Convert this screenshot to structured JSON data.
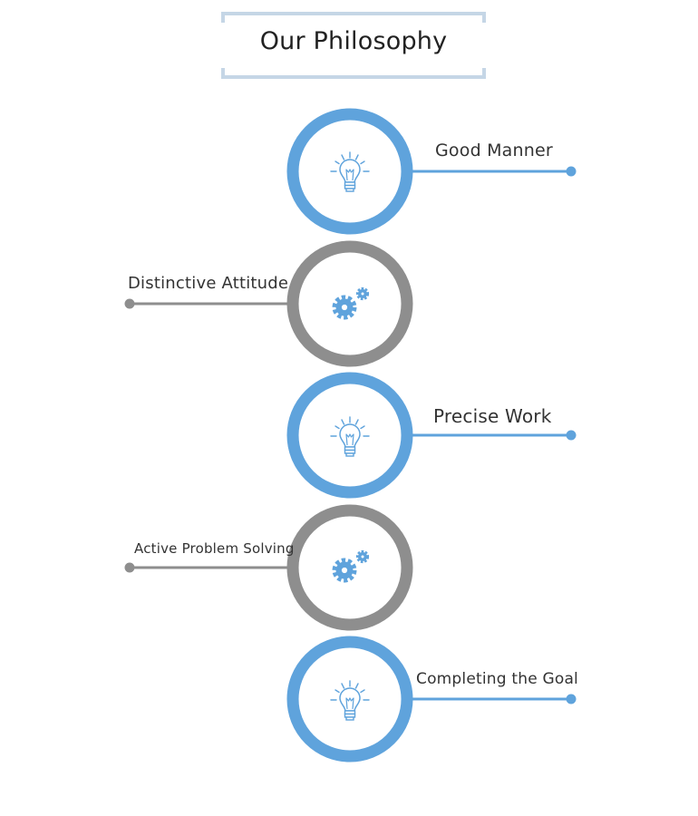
{
  "title": "Our Philosophy",
  "colors": {
    "blue": "#5fa3dc",
    "gray": "#8e8e8e",
    "title_border": "#c5d6e6",
    "icon": "#5fa3dc"
  },
  "steps": [
    {
      "label": "Good Manner",
      "side": "right",
      "ring_color": "blue",
      "icon": "lightbulb-icon"
    },
    {
      "label": "Distinctive Attitude",
      "side": "left",
      "ring_color": "gray",
      "icon": "gears-icon"
    },
    {
      "label": "Precise Work",
      "side": "right",
      "ring_color": "blue",
      "icon": "lightbulb-icon"
    },
    {
      "label": "Active Problem Solving",
      "side": "left",
      "ring_color": "gray",
      "icon": "gears-icon"
    },
    {
      "label": "Completing the Goal",
      "side": "right",
      "ring_color": "blue",
      "icon": "lightbulb-icon"
    }
  ]
}
